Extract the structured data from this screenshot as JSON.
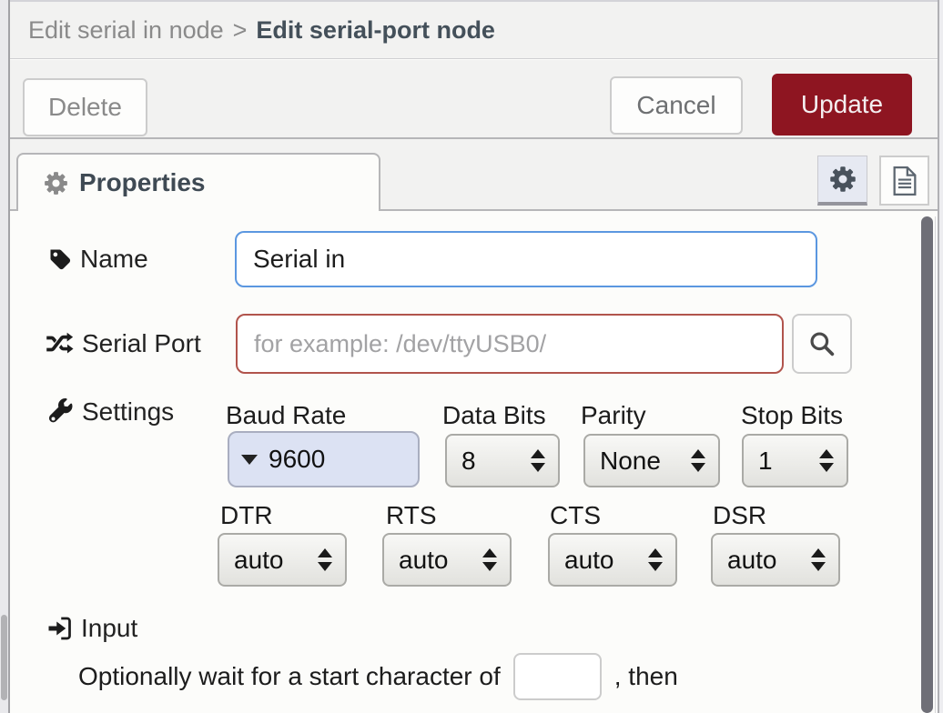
{
  "header": {
    "breadcrumb_parent": "Edit serial in node",
    "breadcrumb_separator": ">",
    "title": "Edit serial-port node"
  },
  "toolbar": {
    "delete_label": "Delete",
    "cancel_label": "Cancel",
    "update_label": "Update"
  },
  "tabs": {
    "properties_label": "Properties"
  },
  "form": {
    "name": {
      "label": "Name",
      "value": "Serial in"
    },
    "serial_port": {
      "label": "Serial Port",
      "placeholder": "for example: /dev/ttyUSB0/"
    },
    "settings": {
      "label": "Settings",
      "baud_rate": {
        "header": "Baud Rate",
        "value": "9600"
      },
      "data_bits": {
        "header": "Data Bits",
        "value": "8"
      },
      "parity": {
        "header": "Parity",
        "value": "None"
      },
      "stop_bits": {
        "header": "Stop Bits",
        "value": "1"
      },
      "dtr": {
        "header": "DTR",
        "value": "auto"
      },
      "rts": {
        "header": "RTS",
        "value": "auto"
      },
      "cts": {
        "header": "CTS",
        "value": "auto"
      },
      "dsr": {
        "header": "DSR",
        "value": "auto"
      }
    },
    "input_section": {
      "label": "Input",
      "wait_text": "Optionally wait for a start character of",
      "wait_value": "",
      "then_text": ", then"
    }
  },
  "colors": {
    "update_button": "#8e1521",
    "focus_border": "#5b97e0",
    "error_border": "#b1544c",
    "header_bg": "#f2f2f1",
    "content_bg": "#fcfcfa"
  }
}
